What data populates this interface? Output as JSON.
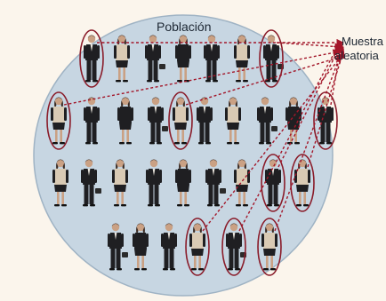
{
  "title": "Población",
  "sample_label": {
    "line1": "Muestra",
    "line2": "aleatoria"
  },
  "colors": {
    "background": "#fbf5ec",
    "population_fill": "#c7d6e2",
    "population_stroke": "#9fb3c4",
    "selection_ring": "#8a1c2a",
    "arrow": "#a3172a",
    "person_dark": "#1f1f22",
    "person_skin": "#caa184",
    "person_hair": "#3a2a22",
    "person_light": "#d9cab4"
  },
  "icons": {
    "person": "person-figure-icon",
    "selection": "selection-ring-icon",
    "arrow": "dashed-arrow-icon"
  }
}
